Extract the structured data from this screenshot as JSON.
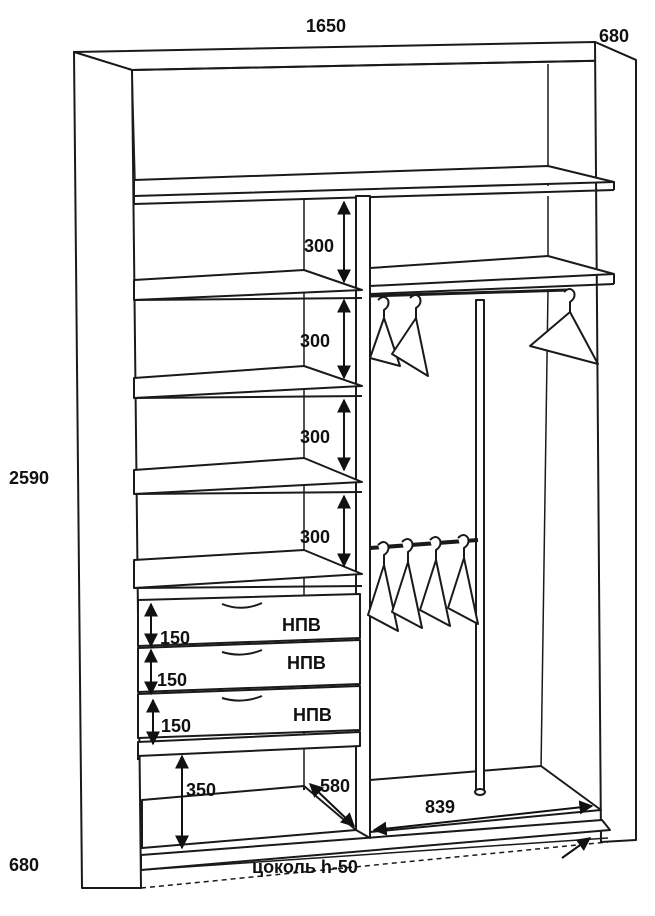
{
  "diagram": {
    "overall": {
      "width": "1650",
      "depth_top": "680",
      "height": "2590",
      "depth_bottom": "680"
    },
    "shelf_heights": [
      "300",
      "300",
      "300",
      "300"
    ],
    "drawers": [
      {
        "height": "150",
        "label": "НПВ"
      },
      {
        "height": "150",
        "label": "НПВ"
      },
      {
        "height": "150",
        "label": "НПВ"
      }
    ],
    "bottom_section": {
      "height": "350",
      "depth": "580",
      "hanging_width": "839"
    },
    "plinth": "цоколь h-50",
    "colors": {
      "line": "#1a1a1a",
      "panel": "#ffffff",
      "shade": "#d9d9d9"
    }
  }
}
